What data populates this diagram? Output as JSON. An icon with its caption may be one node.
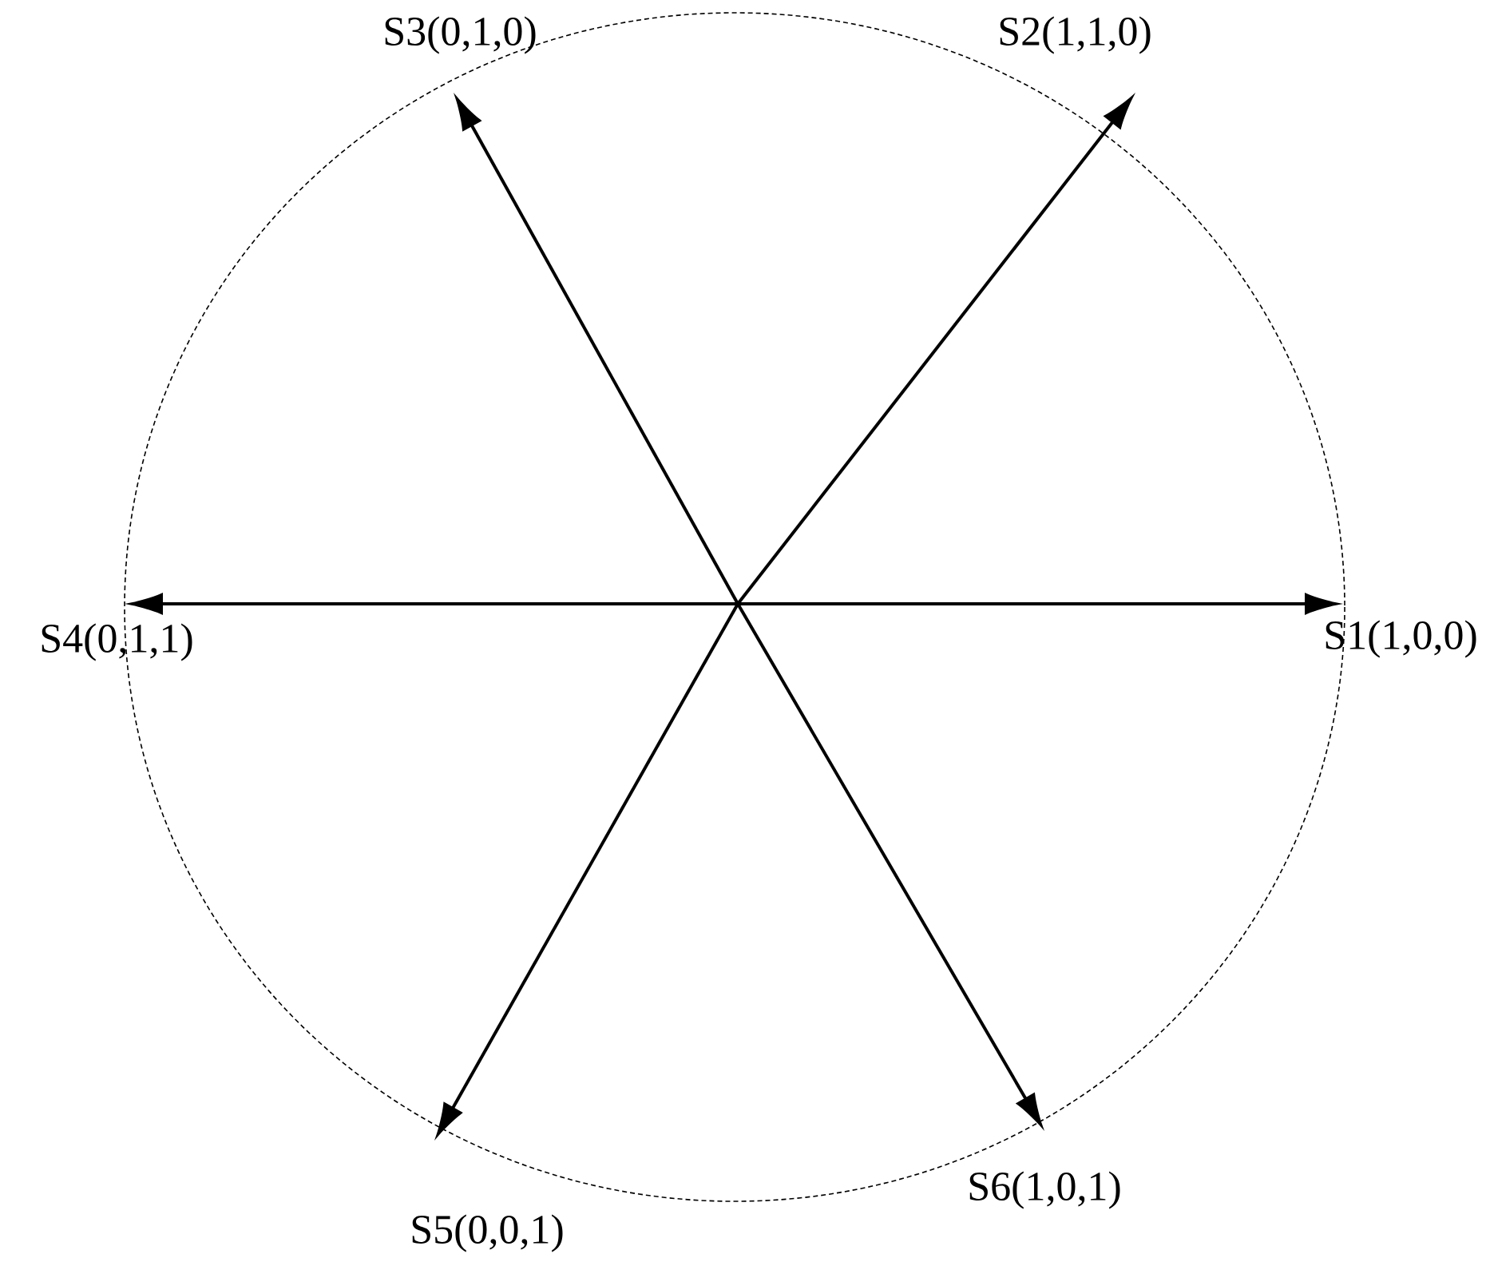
{
  "diagram": {
    "nodes": [
      {
        "text": [
          "S1(1,0,0)"
        ]
      },
      {
        "text": [
          "S2(1,1,0)"
        ]
      },
      {
        "text": [
          "S3(0,1,0)"
        ]
      },
      {
        "text": [
          "S4(0,1,1)"
        ]
      },
      {
        "text": [
          "S5(0,0,1)"
        ]
      },
      {
        "text": [
          "S6(1,0,1)"
        ]
      }
    ],
    "edges": [
      {
        "from": null,
        "to": 0,
        "arrow": "to"
      },
      {
        "from": null,
        "to": 1,
        "arrow": "to"
      },
      {
        "from": null,
        "to": 2,
        "arrow": "to"
      },
      {
        "from": null,
        "to": 3,
        "arrow": "to"
      },
      {
        "from": null,
        "to": 4,
        "arrow": "to"
      },
      {
        "from": null,
        "to": 5,
        "arrow": "to"
      }
    ]
  }
}
